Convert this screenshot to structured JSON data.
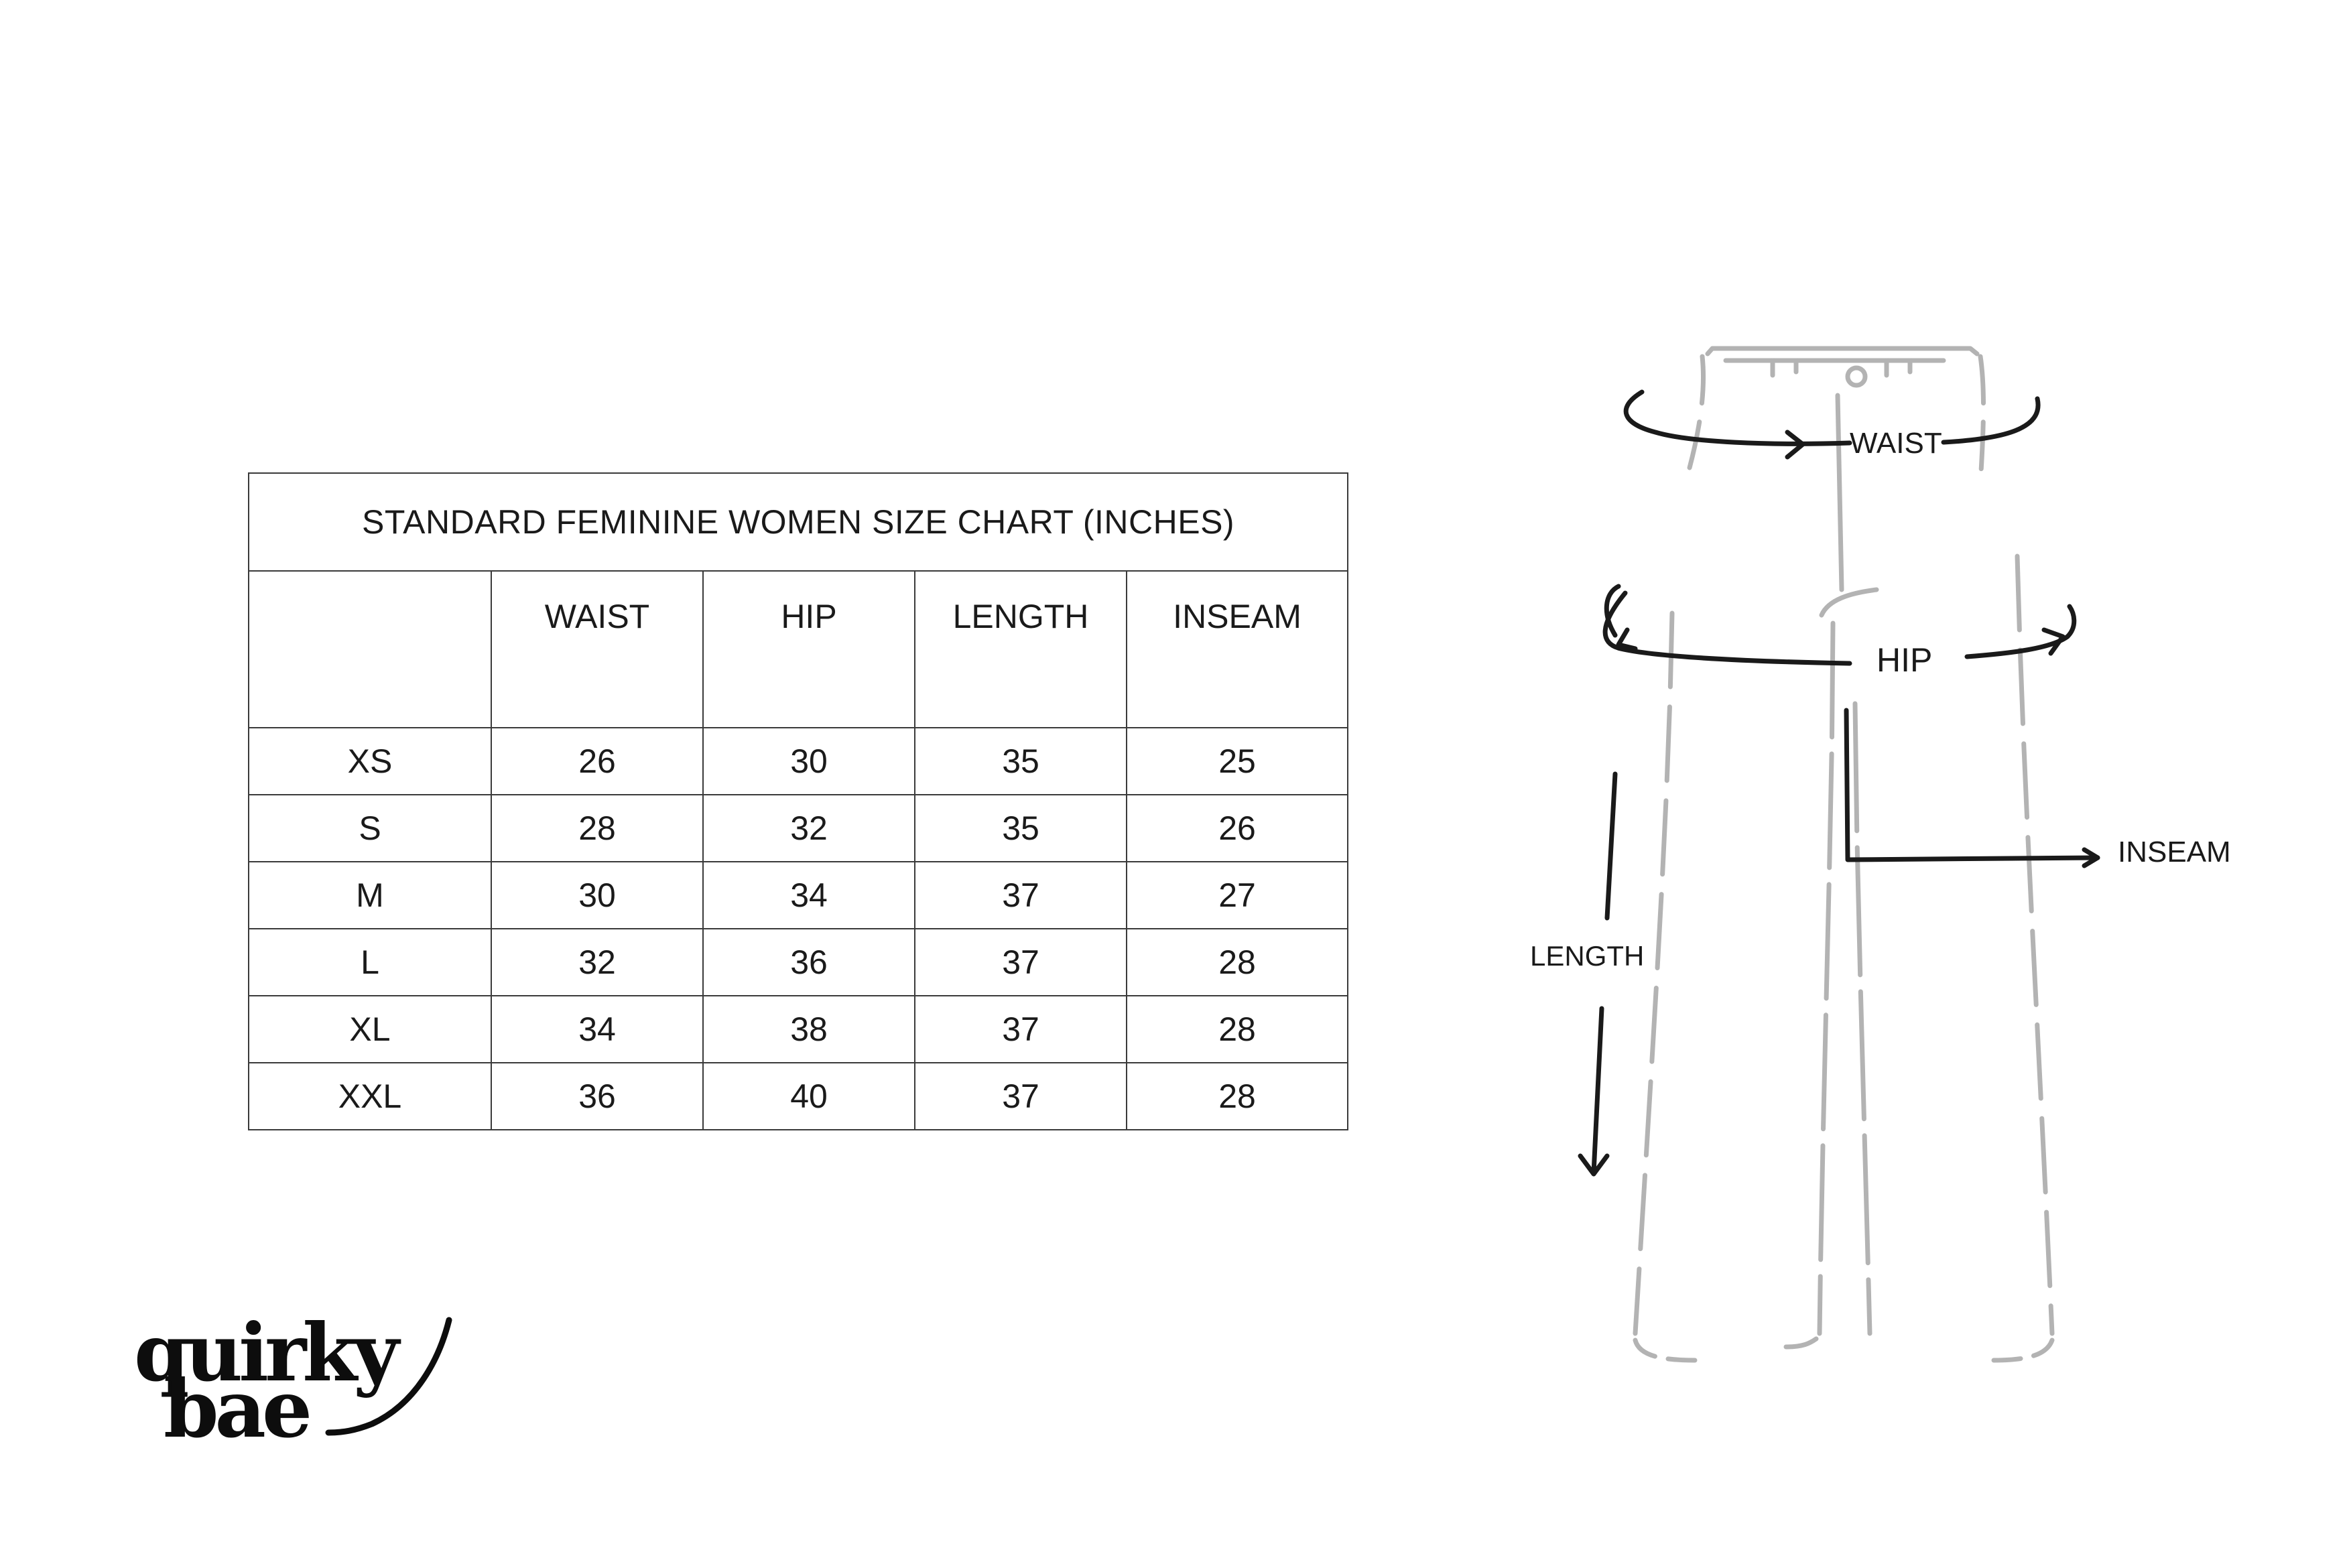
{
  "table": {
    "title": "STANDARD FEMININE WOMEN SIZE CHART (INCHES)",
    "columns": [
      "",
      "WAIST",
      "HIP",
      "LENGTH",
      "INSEAM"
    ],
    "rows": [
      {
        "size": "XS",
        "waist": "26",
        "hip": "30",
        "length": "35",
        "inseam": "25"
      },
      {
        "size": "S",
        "waist": "28",
        "hip": "32",
        "length": "35",
        "inseam": "26"
      },
      {
        "size": "M",
        "waist": "30",
        "hip": "34",
        "length": "37",
        "inseam": "27"
      },
      {
        "size": "L",
        "waist": "32",
        "hip": "36",
        "length": "37",
        "inseam": "28"
      },
      {
        "size": "XL",
        "waist": "34",
        "hip": "38",
        "length": "37",
        "inseam": "28"
      },
      {
        "size": "XXL",
        "waist": "36",
        "hip": "40",
        "length": "37",
        "inseam": "28"
      }
    ]
  },
  "diagram": {
    "labels": {
      "waist": "WAIST",
      "hip": "HIP",
      "inseam": "INSEAM",
      "length": "LENGTH"
    },
    "colors": {
      "outline": "#b3b3b3",
      "arrow": "#1a1a1a"
    },
    "icons": [
      "trousers-outline",
      "waist-arrow",
      "hip-arrow",
      "inseam-arrow",
      "length-arrow"
    ]
  },
  "logo": {
    "line1": "quirky",
    "line2": "bae",
    "color": "#0d0d0d"
  }
}
